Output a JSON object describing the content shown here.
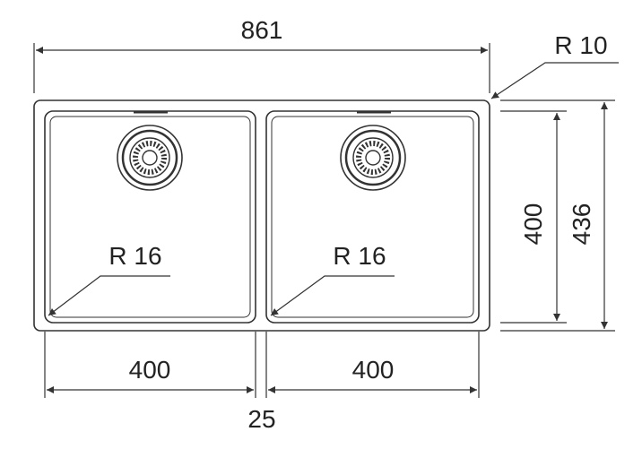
{
  "colors": {
    "stroke": "#333333",
    "text": "#222222",
    "background": "#ffffff"
  },
  "dimensions": {
    "overall_width": "861",
    "corner_radius_outer": "R 10",
    "left_bowl_radius": "R 16",
    "right_bowl_radius": "R 16",
    "bowl_height": "400",
    "overall_height": "436",
    "left_bowl_width": "400",
    "right_bowl_width": "400",
    "bowl_gap": "25"
  }
}
